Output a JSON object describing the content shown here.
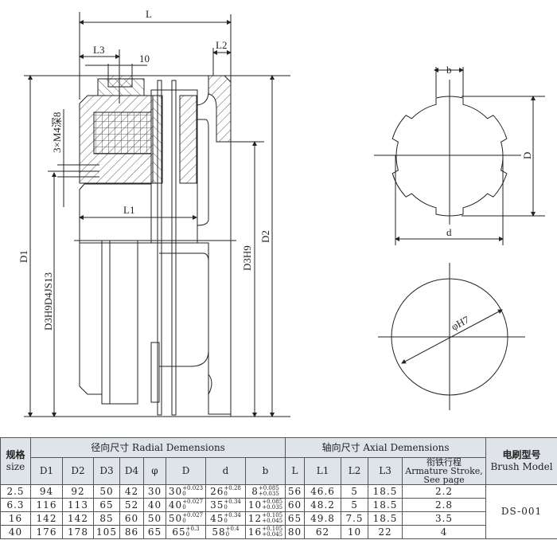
{
  "drawing": {
    "labels": {
      "L": "L",
      "L3": "L3",
      "ten": "10",
      "L2": "L2",
      "L1": "L1",
      "D1": "D1",
      "D3D4": "D3H9D4JS13",
      "D2": "D2",
      "D3": "D3H9",
      "thread": "3×M4深8",
      "b": "b",
      "D": "D",
      "d": "d",
      "phiH7": "φH7"
    }
  },
  "table": {
    "size_header_cn": "规格",
    "size_header_en": "size",
    "radial_header": "径向尺寸 Radial Demensions",
    "axial_header": "轴向尺寸 Axial Demensions",
    "brush_header_cn": "电刷型号",
    "brush_header_en": "Brush Model",
    "columns": [
      "D1",
      "D2",
      "D3",
      "D4",
      "φ",
      "D",
      "d",
      "b",
      "L",
      "L1",
      "L2",
      "L3"
    ],
    "stroke_header_cn": "衔铁行程",
    "stroke_header_en": "Armature Stroke, See page",
    "brush_model": "DS-001",
    "rows": [
      {
        "size": "2.5",
        "D1": "94",
        "D2": "92",
        "D3": "50",
        "D4": "42",
        "phi": "30",
        "D": "30",
        "D_tol": [
          "+0.023",
          "0"
        ],
        "d": "26",
        "d_tol": [
          "+0.28",
          "0"
        ],
        "b": "8",
        "b_tol": [
          "+0.085",
          "+0.035"
        ],
        "L": "56",
        "L1": "46.6",
        "L2": "5",
        "L3": "18.5",
        "stroke": "2.2"
      },
      {
        "size": "6.3",
        "D1": "116",
        "D2": "113",
        "D3": "65",
        "D4": "52",
        "phi": "40",
        "D": "40",
        "D_tol": [
          "+0.027",
          "0"
        ],
        "d": "35",
        "d_tol": [
          "+0.34",
          "0"
        ],
        "b": "10",
        "b_tol": [
          "+0.085",
          "+0.035"
        ],
        "L": "60",
        "L1": "48.2",
        "L2": "5",
        "L3": "18.5",
        "stroke": "2.8"
      },
      {
        "size": "16",
        "D1": "142",
        "D2": "142",
        "D3": "85",
        "D4": "60",
        "phi": "50",
        "D": "50",
        "D_tol": [
          "+0.027",
          "0"
        ],
        "d": "45",
        "d_tol": [
          "+0.34",
          "0"
        ],
        "b": "12",
        "b_tol": [
          "+0.105",
          "+0.045"
        ],
        "L": "65",
        "L1": "49.8",
        "L2": "7.5",
        "L3": "18.5",
        "stroke": "3.5"
      },
      {
        "size": "40",
        "D1": "176",
        "D2": "178",
        "D3": "105",
        "D4": "86",
        "phi": "65",
        "D": "65",
        "D_tol": [
          "+0.3",
          "0"
        ],
        "d": "58",
        "d_tol": [
          "+0.4",
          "0"
        ],
        "b": "16",
        "b_tol": [
          "+0.105",
          "+0.045"
        ],
        "L": "80",
        "L1": "62",
        "L2": "10",
        "L3": "22",
        "stroke": "4"
      }
    ]
  }
}
